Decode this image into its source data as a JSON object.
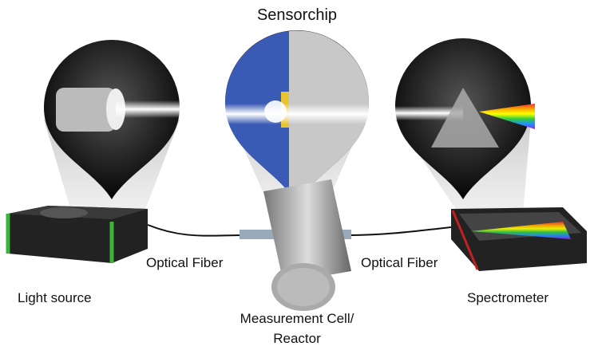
{
  "title": "Sensorchip",
  "labels": {
    "fiber_left": "Optical Fiber",
    "fiber_right": "Optical Fiber",
    "light_source": "Light source",
    "cell_line1": "Measurement Cell/",
    "cell_line2": "Reactor",
    "spectrometer": "Spectrometer"
  },
  "colors": {
    "accent_green": "#3cb43c",
    "accent_red": "#c02020"
  }
}
